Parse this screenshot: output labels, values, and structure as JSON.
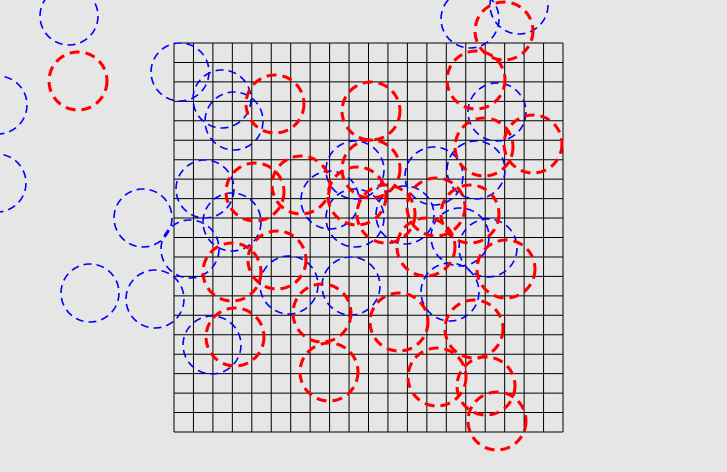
{
  "board": {
    "rows": 20,
    "cols": 20,
    "grid_color": "#000000",
    "background": "#e6e6e6"
  },
  "pieces": {
    "blue": {
      "color": "#0000ff",
      "style": "dashed"
    },
    "red": {
      "color": "#ff0000",
      "style": "dashed-bold"
    }
  }
}
